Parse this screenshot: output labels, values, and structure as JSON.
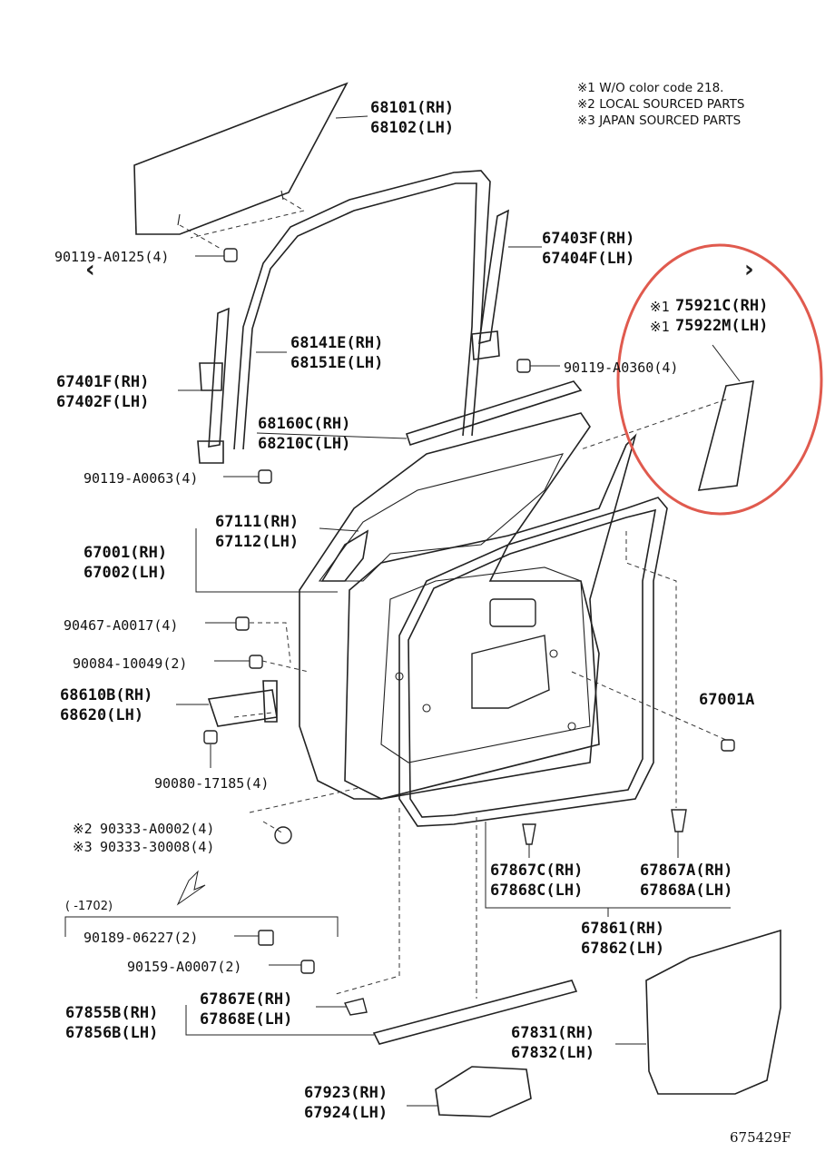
{
  "notes": [
    "※1 W/O color code 218.",
    "※2 LOCAL SOURCED PARTS",
    "※3 JAPAN SOURCED PARTS"
  ],
  "figure_id": "675429F",
  "nav": {
    "prev": "‹",
    "next": "›"
  },
  "parts": {
    "p68101": "68101(RH)",
    "p68102": "68102(LH)",
    "p90119a0125": "90119-A0125(4)",
    "p67403f": "67403F(RH)",
    "p67404f": "67404F(LH)",
    "p75921c_mark": "※1",
    "p75921c": "75921C(RH)",
    "p75922m_mark": "※1",
    "p75922m": "75922M(LH)",
    "p68141e": "68141E(RH)",
    "p68151e": "68151E(LH)",
    "p90119a0360": "90119-A0360(4)",
    "p67401f": "67401F(RH)",
    "p67402f": "67402F(LH)",
    "p68160c": "68160C(RH)",
    "p68210c": "68210C(LH)",
    "p90119a0063": "90119-A0063(4)",
    "p67111": "67111(RH)",
    "p67112": "67112(LH)",
    "p67001": "67001(RH)",
    "p67002": "67002(LH)",
    "p90467": "90467-A0017(4)",
    "p90084": "90084-10049(2)",
    "p68610b": "68610B(RH)",
    "p68620": "68620(LH)",
    "p67001a": "67001A",
    "p90080": "90080-17185(4)",
    "p90333a_mark": "※2",
    "p90333a": "90333-A0002(4)",
    "p90333b_mark": "※3",
    "p90333b": "90333-30008(4)",
    "p67867c": "67867C(RH)",
    "p67868c": "67868C(LH)",
    "p67867a": "67867A(RH)",
    "p67868a": "67868A(LH)",
    "range": "(    -1702)",
    "p90189": "90189-06227(2)",
    "p90159": "90159-A0007(2)",
    "p67861": "67861(RH)",
    "p67862": "67862(LH)",
    "p67867e": "67867E(RH)",
    "p67868e": "67868E(LH)",
    "p67855b": "67855B(RH)",
    "p67856b": "67856B(LH)",
    "p67831": "67831(RH)",
    "p67832": "67832(LH)",
    "p67923": "67923(RH)",
    "p67924": "67924(LH)"
  },
  "colors": {
    "highlight": "#e05a4e",
    "line": "#222222"
  }
}
